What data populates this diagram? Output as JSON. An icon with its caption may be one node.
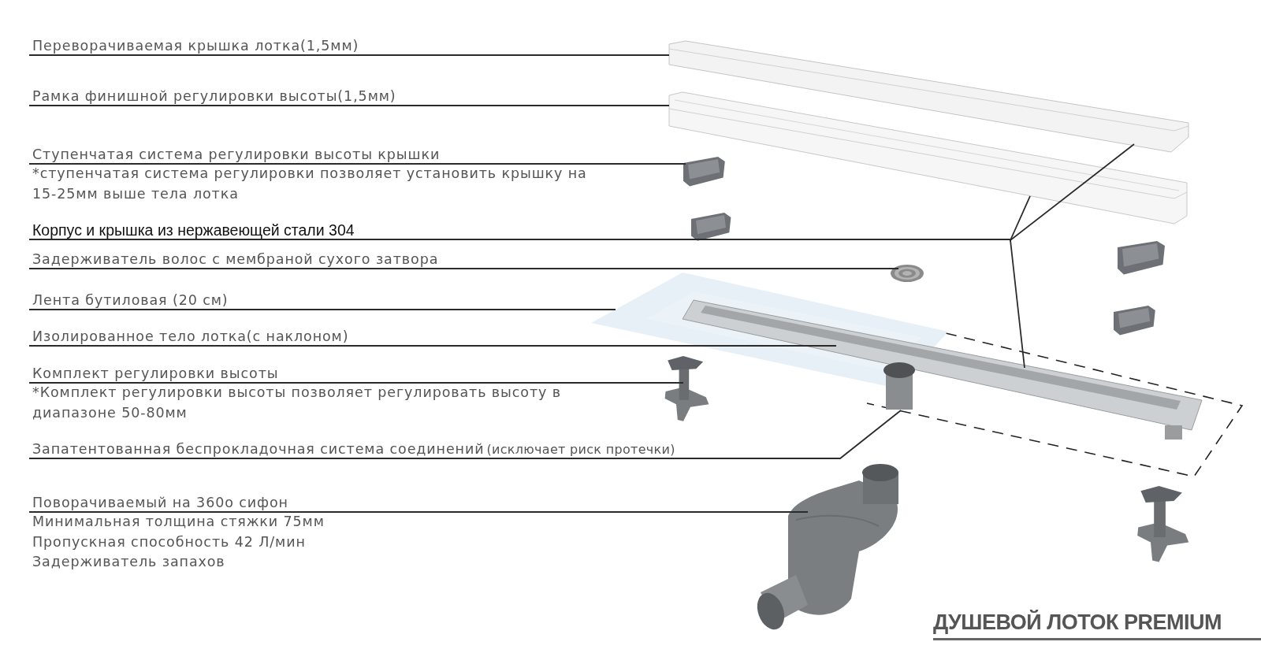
{
  "diagram": {
    "title": "ДУШЕВОЙ ЛОТОК PREMIUM",
    "nodes": [
      {
        "text": [
          "Переворачиваемая крышка лотка(1,5мм)"
        ]
      },
      {
        "text": [
          "Рамка финишной регулировки высоты(1,5мм)"
        ]
      },
      {
        "text": [
          "Ступенчатая система регулировки высоты крышки",
          "*ступенчатая система регулировки позволяет установить крышку на 15-25мм выше тела лотка"
        ]
      },
      {
        "text": [
          "Корпус и крышка из нержавеющей стали 304"
        ]
      },
      {
        "text": [
          "Задерживатель волос с мембраной сухого затвора"
        ]
      },
      {
        "text": [
          "Лента бутиловая (20 см)"
        ]
      },
      {
        "text": [
          "Изолированное тело лотка(с наклоном)"
        ]
      },
      {
        "text": [
          "Комплект регулировки высоты",
          "*Комплект регулировки высоты позволяет регулировать высоту в диапазоне 50-80мм"
        ]
      },
      {
        "text": [
          "Запатентованная беспрокладочная система соединений",
          "(исключает риск протечки)"
        ]
      },
      {
        "text": [
          "Поворачиваемый на 360о сифон",
          "Минимальная толщина стяжки 75мм",
          "Пропускная способность 42 Л/мин",
          "Задерживатель запахов"
        ]
      },
      {
        "text": [],
        "shape": "picture"
      },
      {
        "text": [],
        "shape": "picture"
      },
      {
        "text": [],
        "shape": "picture"
      },
      {
        "text": [],
        "shape": "picture"
      },
      {
        "text": [],
        "shape": "picture"
      },
      {
        "text": [],
        "shape": "picture"
      },
      {
        "text": [],
        "shape": "picture"
      },
      {
        "text": [],
        "shape": "picture"
      }
    ],
    "edges": [
      {
        "from": 0,
        "to": 10,
        "arrow": "none"
      },
      {
        "from": 1,
        "to": 11,
        "arrow": "none"
      },
      {
        "from": 2,
        "to": 12,
        "arrow": "none"
      },
      {
        "from": 3,
        "to": 10,
        "arrow": "none"
      },
      {
        "from": 3,
        "to": 11,
        "arrow": "none"
      },
      {
        "from": 3,
        "to": 15,
        "arrow": "none"
      },
      {
        "from": 4,
        "to": 13,
        "arrow": "none"
      },
      {
        "from": 5,
        "to": 14,
        "arrow": "none"
      },
      {
        "from": 6,
        "to": 15,
        "arrow": "none"
      },
      {
        "from": 7,
        "to": 16,
        "arrow": "none"
      },
      {
        "from": 8,
        "to": 15,
        "arrow": "none"
      },
      {
        "from": 9,
        "to": 17,
        "arrow": "none"
      }
    ]
  }
}
